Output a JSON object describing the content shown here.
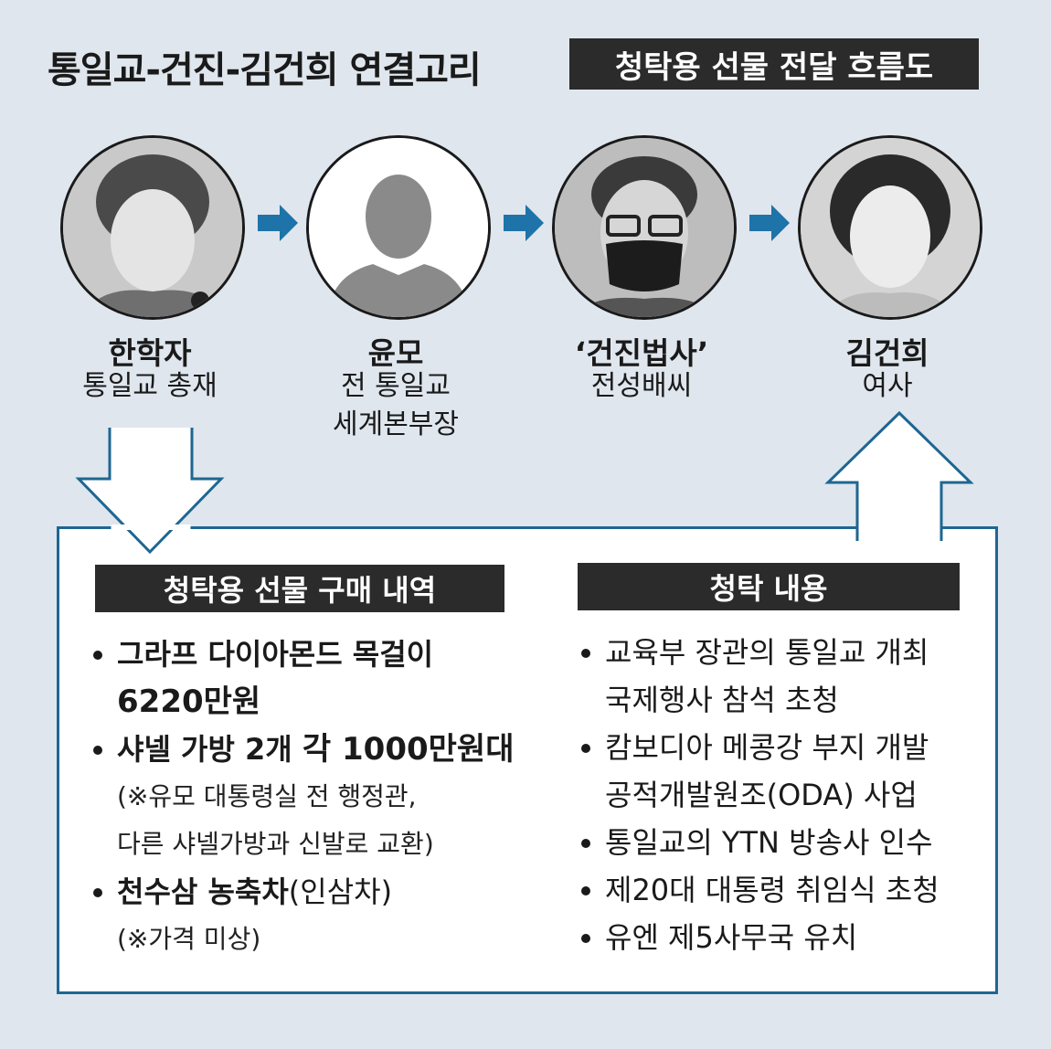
{
  "title": "통일교-건진-김건희 연결고리",
  "flow_title": "청탁용 선물 전달 흐름도",
  "people": [
    {
      "name": "한학자",
      "role": [
        "통일교 총재"
      ]
    },
    {
      "name": "윤모",
      "role": [
        "전 통일교",
        "세계본부장"
      ]
    },
    {
      "name": "‘건진법사’",
      "role": [
        "전성배씨"
      ]
    },
    {
      "name": "김건희",
      "role": [
        "여사"
      ]
    }
  ],
  "purchase": {
    "title": "청탁용 선물 구매 내역",
    "item1_text": "그라프 다이아몬드 목걸이",
    "item1_price": "6220만원",
    "item2_text": "샤넬 가방 2개 ",
    "item2_price": "각 1000만원대",
    "item2_note1": "(※유모 대통령실 전 행정관,",
    "item2_note2": "다른 샤넬가방과 신발로 교환)",
    "item3_bold": "천수삼 농축차",
    "item3_rest": "(인삼차)",
    "item3_note": "(※가격 미상)"
  },
  "request": {
    "title": "청탁 내용",
    "items": [
      [
        "교육부 장관의 통일교 개최",
        "국제행사 참석 초청"
      ],
      [
        "캄보디아 메콩강 부지 개발",
        "공적개발원조(ODA) 사업"
      ],
      [
        "통일교의 YTN 방송사 인수"
      ],
      [
        "제20대 대통령 취임식 초청"
      ],
      [
        "유엔 제5사무국 유치"
      ]
    ]
  },
  "colors": {
    "background": "#dfe6ee",
    "banner": "#2b2b2b",
    "box_border": "#1e6691",
    "flow_arrow": "#1e73a8"
  }
}
